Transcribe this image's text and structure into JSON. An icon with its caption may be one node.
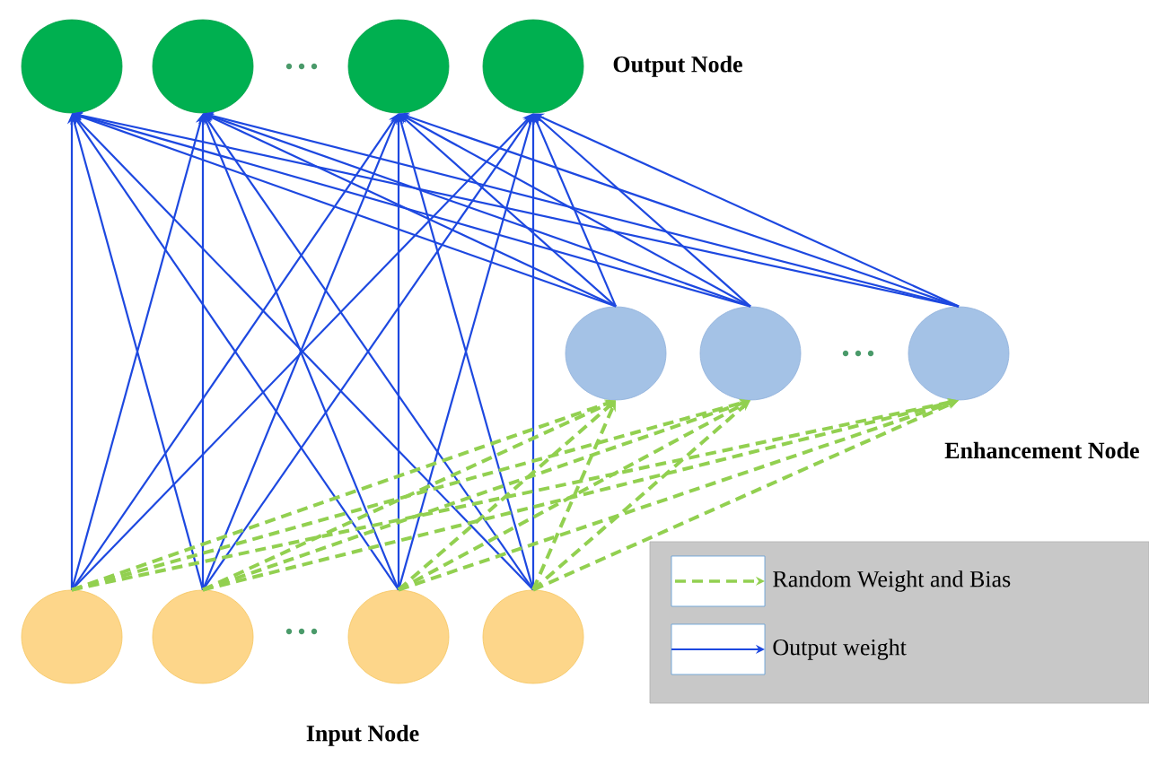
{
  "diagram": {
    "nodes": [
      {
        "text": [],
        "shape": "circle"
      },
      {
        "text": [],
        "shape": "circle"
      },
      {
        "text": [],
        "shape": "circle"
      },
      {
        "text": [],
        "shape": "circle"
      },
      {
        "text": [],
        "shape": "circle"
      },
      {
        "text": [],
        "shape": "circle"
      },
      {
        "text": [],
        "shape": "circle"
      },
      {
        "text": [],
        "shape": "circle"
      },
      {
        "text": [],
        "shape": "circle"
      },
      {
        "text": [],
        "shape": "circle"
      },
      {
        "text": [],
        "shape": "circle"
      }
    ],
    "edges": [
      {
        "from": 7,
        "to": 0,
        "arrow": "to"
      },
      {
        "from": 7,
        "to": 1,
        "arrow": "to"
      },
      {
        "from": 7,
        "to": 2,
        "arrow": "to"
      },
      {
        "from": 7,
        "to": 3,
        "arrow": "to"
      },
      {
        "from": 8,
        "to": 0,
        "arrow": "to"
      },
      {
        "from": 8,
        "to": 1,
        "arrow": "to"
      },
      {
        "from": 8,
        "to": 2,
        "arrow": "to"
      },
      {
        "from": 8,
        "to": 3,
        "arrow": "to"
      },
      {
        "from": 9,
        "to": 0,
        "arrow": "to"
      },
      {
        "from": 9,
        "to": 1,
        "arrow": "to"
      },
      {
        "from": 9,
        "to": 2,
        "arrow": "to"
      },
      {
        "from": 9,
        "to": 3,
        "arrow": "to"
      },
      {
        "from": 10,
        "to": 0,
        "arrow": "to"
      },
      {
        "from": 10,
        "to": 1,
        "arrow": "to"
      },
      {
        "from": 10,
        "to": 2,
        "arrow": "to"
      },
      {
        "from": 10,
        "to": 3,
        "arrow": "to"
      },
      {
        "from": 4,
        "to": 0,
        "arrow": "to"
      },
      {
        "from": 4,
        "to": 1,
        "arrow": "to"
      },
      {
        "from": 4,
        "to": 2,
        "arrow": "to"
      },
      {
        "from": 4,
        "to": 3,
        "arrow": "to"
      },
      {
        "from": 5,
        "to": 0,
        "arrow": "to"
      },
      {
        "from": 5,
        "to": 1,
        "arrow": "to"
      },
      {
        "from": 5,
        "to": 2,
        "arrow": "to"
      },
      {
        "from": 5,
        "to": 3,
        "arrow": "to"
      },
      {
        "from": 6,
        "to": 0,
        "arrow": "to"
      },
      {
        "from": 6,
        "to": 1,
        "arrow": "to"
      },
      {
        "from": 6,
        "to": 2,
        "arrow": "to"
      },
      {
        "from": 6,
        "to": 3,
        "arrow": "to"
      },
      {
        "from": 7,
        "to": 4,
        "arrow": "to",
        "style": "dashed",
        "color": "#92d050"
      },
      {
        "from": 7,
        "to": 5,
        "arrow": "to",
        "style": "dashed",
        "color": "#92d050"
      },
      {
        "from": 7,
        "to": 6,
        "arrow": "to",
        "style": "dashed",
        "color": "#92d050"
      },
      {
        "from": 8,
        "to": 4,
        "arrow": "to",
        "style": "dashed",
        "color": "#92d050"
      },
      {
        "from": 8,
        "to": 5,
        "arrow": "to",
        "style": "dashed",
        "color": "#92d050"
      },
      {
        "from": 8,
        "to": 6,
        "arrow": "to",
        "style": "dashed",
        "color": "#92d050"
      },
      {
        "from": 9,
        "to": 4,
        "arrow": "to",
        "style": "dashed",
        "color": "#92d050"
      },
      {
        "from": 9,
        "to": 5,
        "arrow": "to",
        "style": "dashed",
        "color": "#92d050"
      },
      {
        "from": 9,
        "to": 6,
        "arrow": "to",
        "style": "dashed",
        "color": "#92d050"
      },
      {
        "from": 10,
        "to": 4,
        "arrow": "to",
        "style": "dashed",
        "color": "#92d050"
      },
      {
        "from": 10,
        "to": 5,
        "arrow": "to",
        "style": "dashed",
        "color": "#92d050"
      },
      {
        "from": 10,
        "to": 6,
        "arrow": "to",
        "style": "dashed",
        "color": "#92d050"
      }
    ],
    "labels": [
      "Output Node",
      "Enhancement Node",
      "Input Node"
    ],
    "legend": [
      {
        "text": "Random Weight and Bias"
      },
      {
        "text": "Output weight"
      }
    ]
  }
}
